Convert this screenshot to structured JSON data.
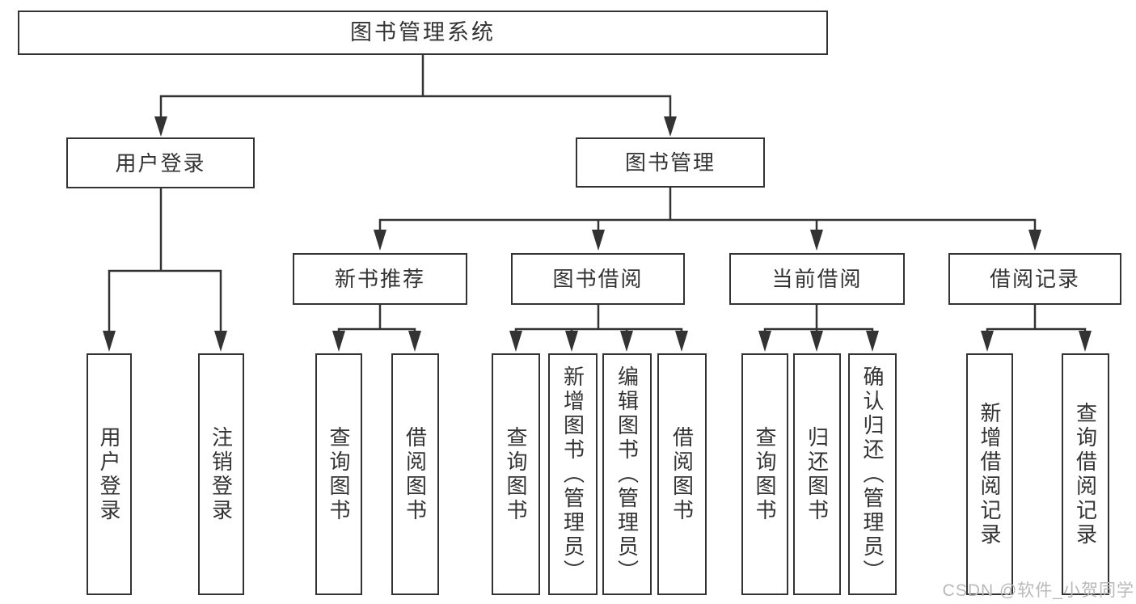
{
  "nodes": {
    "root": "图书管理系统",
    "user_login": "用户登录",
    "book_mgmt": "图书管理",
    "new_book_rec": "新书推荐",
    "book_borrow": "图书借阅",
    "current_borrow": "当前借阅",
    "borrow_records": "借阅记录",
    "leaf_user_login": "用户登录",
    "leaf_logout": "注销登录",
    "leaf_query_books_rec": "查询图书",
    "leaf_borrow_books_rec": "借阅图书",
    "leaf_query_books_borrow": "查询图书",
    "leaf_add_books": "新增图书（管理员）",
    "leaf_edit_books": "编辑图书（管理员）",
    "leaf_borrow_books": "借阅图书",
    "leaf_query_books_current": "查询图书",
    "leaf_return_books": "归还图书",
    "leaf_confirm_return": "确认归还（管理员）",
    "leaf_add_borrow_record": "新增借阅记录",
    "leaf_query_borrow_record": "查询借阅记录"
  },
  "watermark": "CSDN @软件_小贺同学",
  "colors": {
    "line": "#333333",
    "text": "#333333",
    "watermark": "#b9b9b9",
    "background": "#ffffff"
  }
}
